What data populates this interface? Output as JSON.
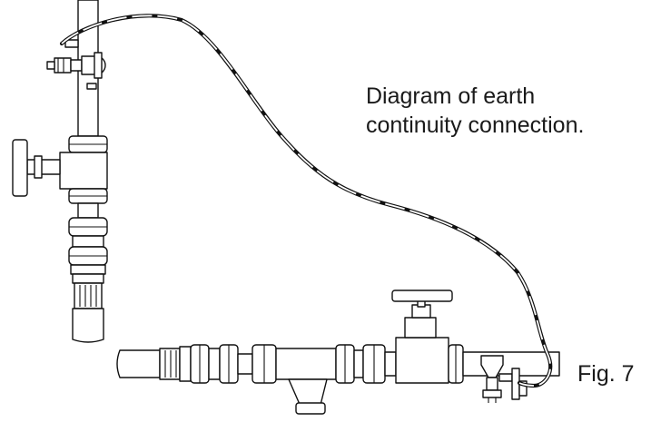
{
  "caption": {
    "line1": "Diagram of earth",
    "line2": "continuity connection."
  },
  "figure_label": "Fig. 7"
}
